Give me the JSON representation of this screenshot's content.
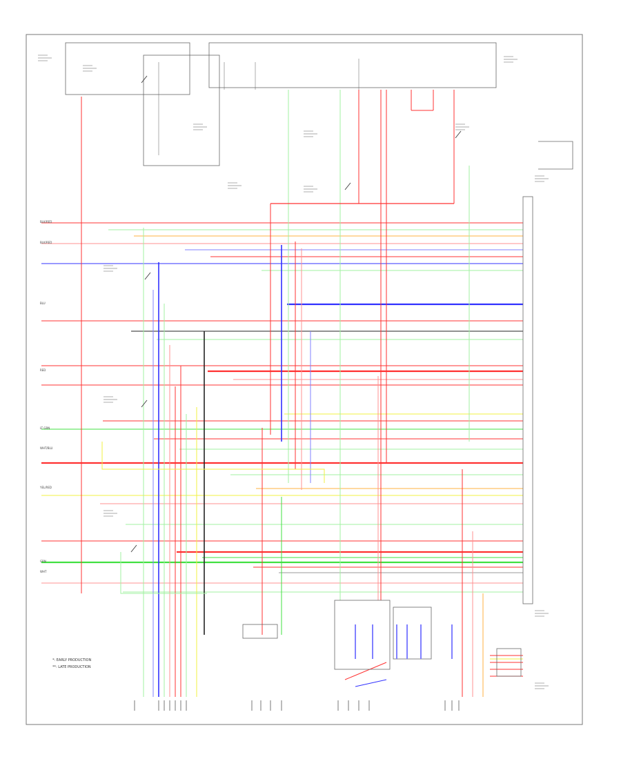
{
  "notes": {
    "early_production": "*: EARLY PRODUCTION",
    "late_production": "**: LATE PRODUCTION"
  },
  "wires": {
    "black_red": "BLK/RED",
    "red": "RED",
    "blue": "BLU",
    "white_blue": "WHT/BLU",
    "yellow_red": "YEL/RED",
    "green": "GRN",
    "lt_green": "LT GRN",
    "white": "WHT"
  },
  "colors": {
    "red": "#ff3030",
    "pink": "#ff9090",
    "green": "#40e040",
    "lt_green": "#a0f0a0",
    "blue": "#3030ff",
    "lt_blue": "#8080ff",
    "yellow": "#f0f040",
    "orange": "#ffb040",
    "black": "#222222",
    "gray": "#999999",
    "frame": "#666666"
  }
}
